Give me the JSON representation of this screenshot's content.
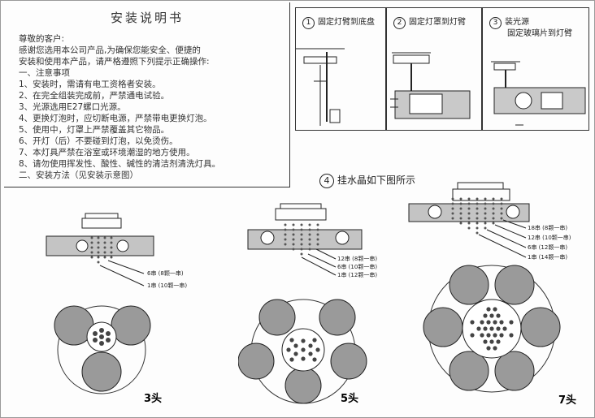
{
  "instructions": {
    "title": "安装说明书",
    "lines": [
      "尊敬的客户:",
      "  感谢您选用本公司产品,为确保您能安全、便捷的",
      "安装和使用本产品，请严格遵照下列提示正确操作:",
      "一、注意事项",
      "  1、安装时，需请有电工资格者安装。",
      "  2、在完全组装完成前，严禁通电试验。",
      "  3、光源选用E27螺口光源。",
      "  4、更换灯泡时，应切断电源，严禁带电更换灯泡。",
      "  5、使用中，灯罩上严禁覆盖其它物品。",
      "  6、开灯（后）不要碰到灯泡，以免烫伤。",
      "  7、本灯具严禁在浴室或环境潮湿的地方使用。",
      "  8、请勿使用挥发性、酸性、碱性的清洁剂清洗灯具。",
      "二、安装方法（见安装示意图）"
    ]
  },
  "steps": [
    {
      "num": "1",
      "text": "固定灯臂到底盘"
    },
    {
      "num": "2",
      "text": "固定灯罩到灯臂"
    },
    {
      "num": "3",
      "text": "装光源",
      "text2": "固定玻璃片到灯臂"
    }
  ],
  "step4": {
    "num": "4",
    "text": "挂水晶如下图所示"
  },
  "figures": [
    {
      "name": "3头",
      "labels": [
        "6串 (8颗一串)",
        "1串 (10颗一串)"
      ]
    },
    {
      "name": "5头",
      "labels": [
        "12串 (8颗一串)",
        "6串 (10颗一串)",
        "1串 (12颗一串)"
      ]
    },
    {
      "name": "7头",
      "labels": [
        "18串 (8颗一串)",
        "12串 (10颗一串)",
        "6串 (12颗一串)",
        "1串 (14颗一串)"
      ]
    }
  ]
}
